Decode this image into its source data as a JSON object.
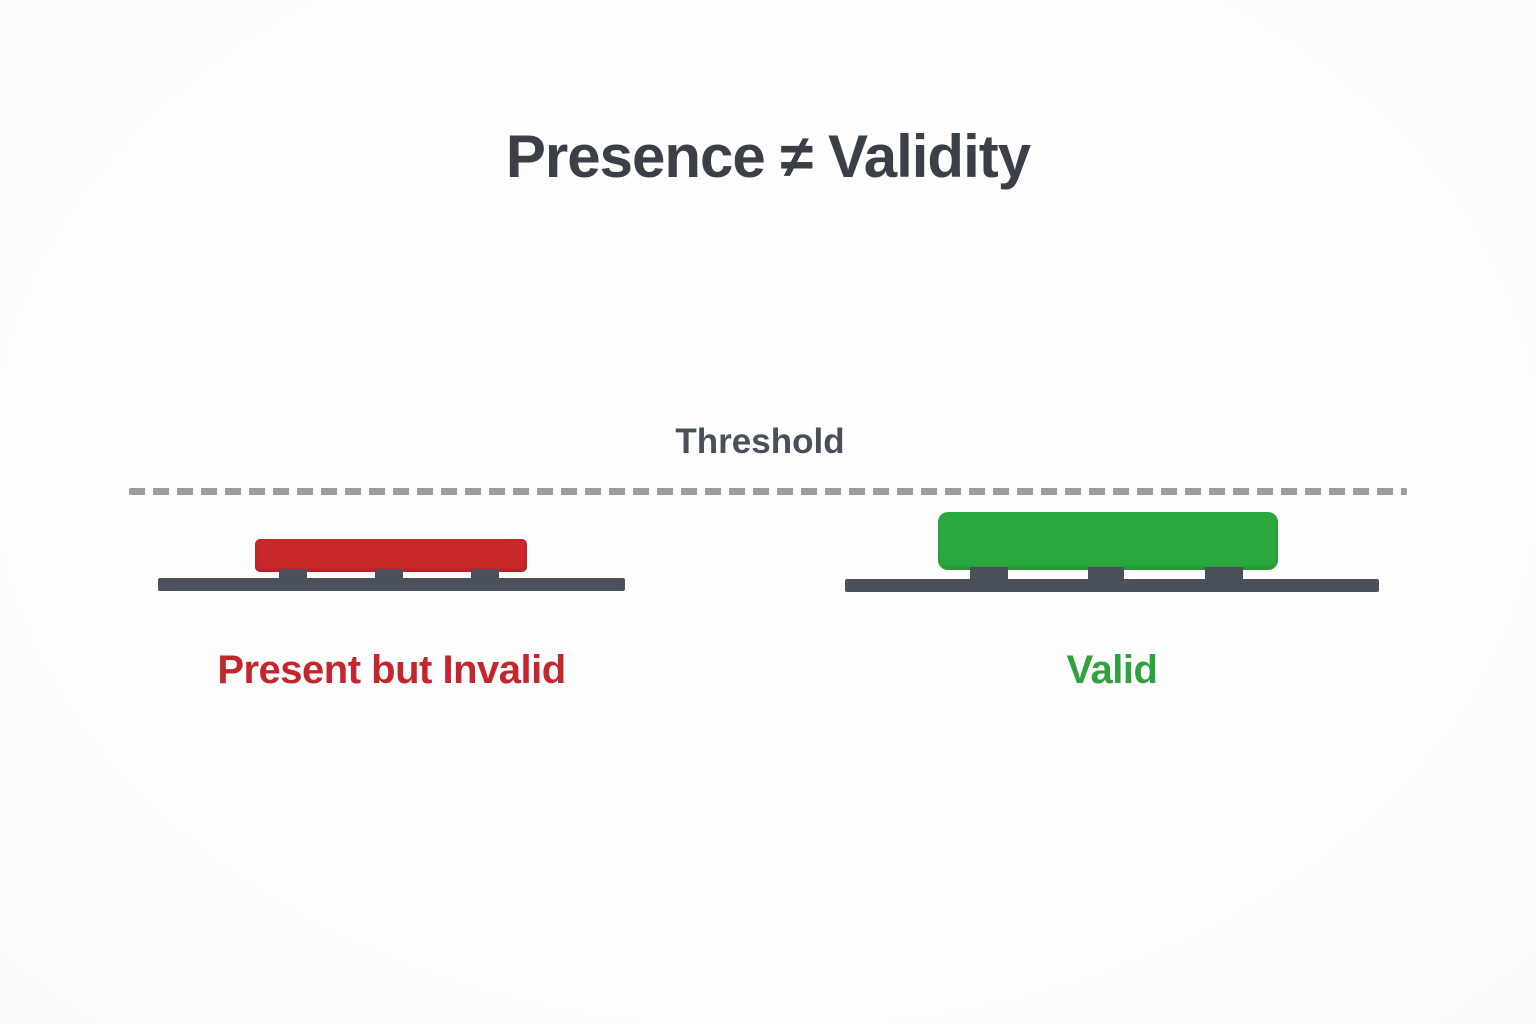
{
  "page": {
    "title": "Presence ≠ Validity"
  },
  "threshold": {
    "label": "Threshold",
    "style": "dashed-line"
  },
  "groups": {
    "left": {
      "label": "Present but Invalid",
      "state": "present-but-invalid",
      "bar_color_name": "red",
      "reaches_threshold": false
    },
    "right": {
      "label": "Valid",
      "state": "valid",
      "bar_color_name": "green",
      "reaches_threshold": true
    }
  },
  "colors": {
    "background": "#fefefe",
    "title": "#3a3f48",
    "threshold-label": "#4a505a",
    "threshold-line": "#9b9ba1",
    "board": "#4b515c",
    "invalid-bar": "#c9282b",
    "invalid-label": "#c5262d",
    "valid-bar": "#2ba83e",
    "valid-label": "#2da23f"
  }
}
